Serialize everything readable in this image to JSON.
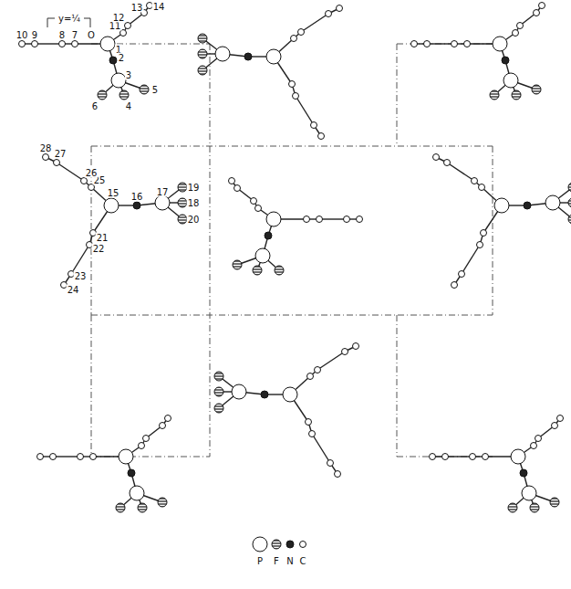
{
  "diagram": {
    "labels": [
      "y=¼",
      "O",
      "1",
      "2",
      "3",
      "4",
      "5",
      "6",
      "7",
      "8",
      "9",
      "10",
      "11",
      "12",
      "13",
      "14",
      "15",
      "16",
      "17",
      "18",
      "19",
      "20",
      "21",
      "22",
      "23",
      "24",
      "25",
      "26",
      "27",
      "28"
    ],
    "legend": [
      {
        "text": "P"
      },
      {
        "text": "F"
      },
      {
        "text": "N"
      },
      {
        "text": "C"
      }
    ]
  }
}
